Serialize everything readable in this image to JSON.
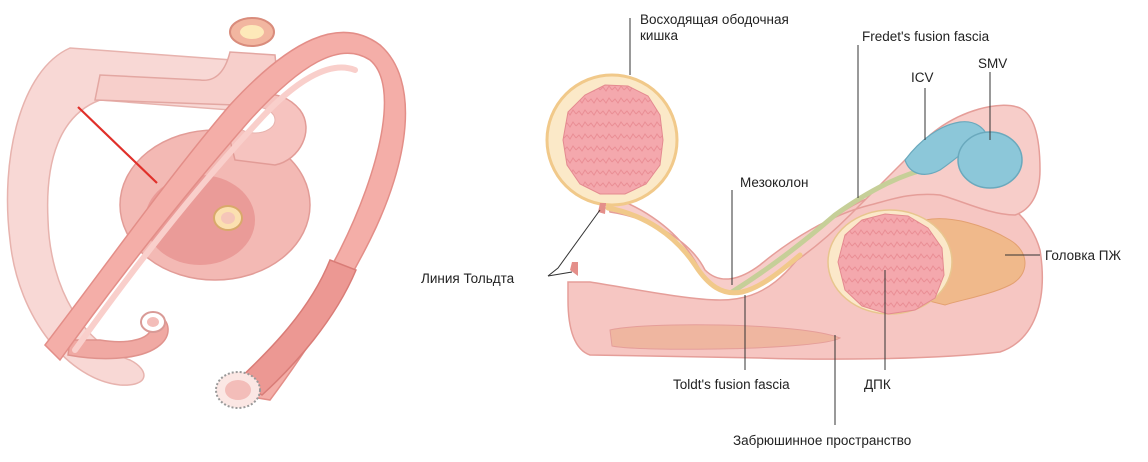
{
  "labels": {
    "ascending_colon_line1": "Восходящая ободочная",
    "ascending_colon_line2": "кишка",
    "fredet_fascia": "Fredet's fusion fascia",
    "icv": "ICV",
    "smv": "SMV",
    "mesocolon": "Мезоколон",
    "pancreas_head": "Головка ПЖ",
    "toldt_line": "Линия Тольдта",
    "toldt_fascia": "Toldt's fusion fascia",
    "duodenum": "ДПК",
    "retroperitoneum": "Забрюшинное пространство"
  },
  "colors": {
    "bowel_pink": "#f2b3ad",
    "bowel_dark": "#e48f8a",
    "bowel_light": "#fbe1de",
    "fascia_green": "#c6cf98",
    "fascia_orange": "#f1c98a",
    "vessel_blue": "#8cc7d9",
    "pancreas": "#f0b98b",
    "cut_line": "#e0302a"
  }
}
